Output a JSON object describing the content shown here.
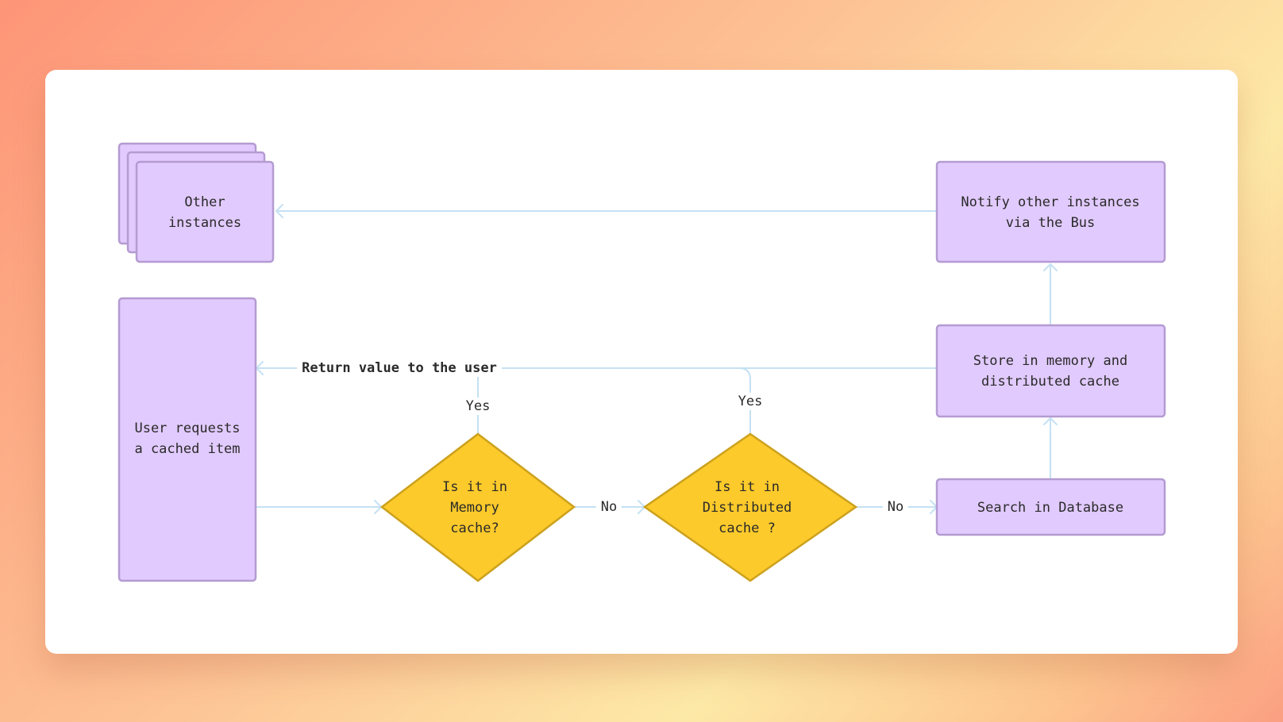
{
  "nodes": {
    "other_instances": "Other\ninstances",
    "notify": "Notify other instances\nvia the Bus",
    "user_request": "User requests\na cached item",
    "store": "Store in memory and\ndistributed cache",
    "memory_check": "Is it in\nMemory\ncache?",
    "distributed_check": "Is it in\nDistributed\ncache ?",
    "database": "Search in Database"
  },
  "edges": {
    "return_value": "Return value to the user",
    "memory_yes": "Yes",
    "distributed_yes": "Yes",
    "memory_no": "No",
    "distributed_no": "No"
  },
  "colors": {
    "process_fill": "#e1cafd",
    "process_stroke": "#b49bd1",
    "decision_fill": "#fcca2b",
    "decision_stroke": "#cca11d",
    "connector": "#c5e1f3"
  }
}
